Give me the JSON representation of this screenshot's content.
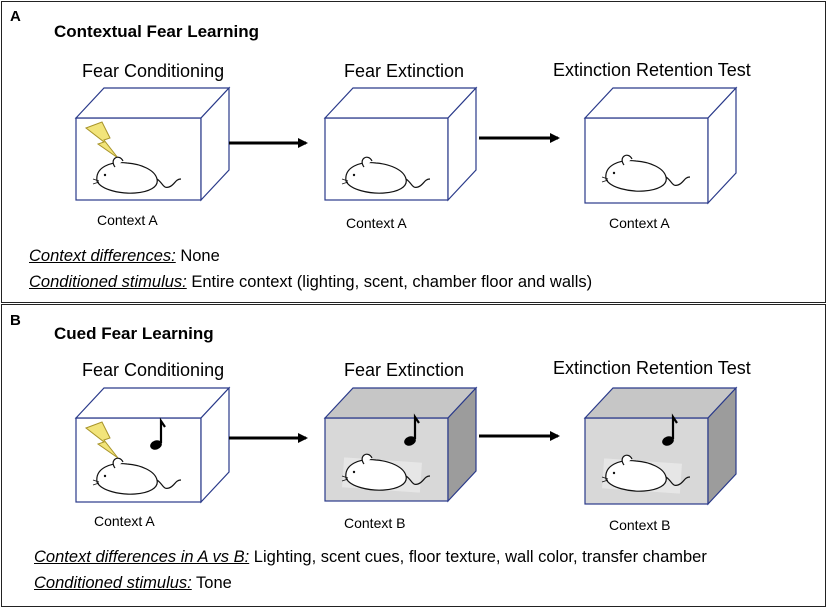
{
  "panel_a": {
    "letter": "A",
    "title": "Contextual Fear Learning",
    "stages": [
      {
        "title": "Fear Conditioning",
        "context": "Context A"
      },
      {
        "title": "Fear Extinction",
        "context": "Context A"
      },
      {
        "title": "Extinction Retention Test",
        "context": "Context A"
      }
    ],
    "diff_key": "Context differences:",
    "diff_val": " None",
    "cs_key": "Conditioned stimulus:",
    "cs_val": " Entire context (lighting, scent, chamber floor and walls)"
  },
  "panel_b": {
    "letter": "B",
    "title": "Cued Fear Learning",
    "stages": [
      {
        "title": "Fear Conditioning",
        "context": "Context A"
      },
      {
        "title": "Fear Extinction",
        "context": "Context B"
      },
      {
        "title": "Extinction Retention Test",
        "context": "Context B"
      }
    ],
    "diff_key": "Context differences in A vs B:",
    "diff_val": " Lighting, scent cues, floor texture, wall color, transfer chamber",
    "cs_key": "Conditioned stimulus:",
    "cs_val": " Tone"
  },
  "colors": {
    "box_edge": "#2a3a8a",
    "grey_front": "#d8d8d8",
    "grey_top": "#c6c6c6",
    "grey_side": "#9c9c9c",
    "lightning": "#f2e47a",
    "lightning_edge": "#a8942a"
  },
  "icons": [
    "lightning-bolt-icon",
    "music-note-icon",
    "mouse-icon",
    "arrow-icon"
  ]
}
